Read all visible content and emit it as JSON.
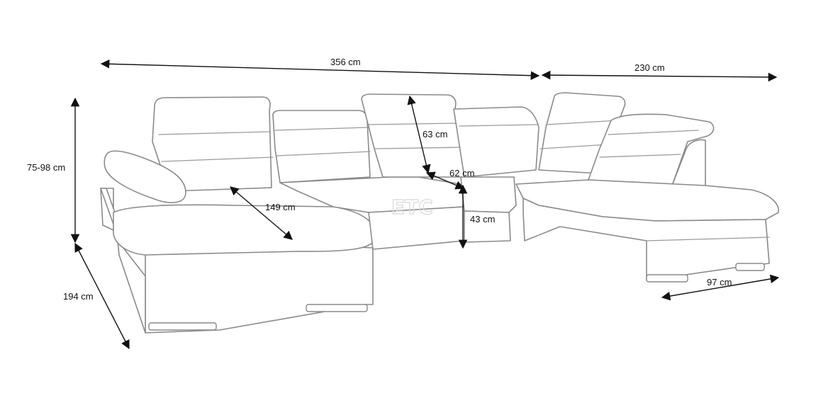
{
  "dimensions": {
    "total_width": "356 cm",
    "right_width": "230 cm",
    "height": "75-98 cm",
    "headrest_height": "63 cm",
    "seat_depth": "62 cm",
    "chaise_length": "149 cm",
    "seat_height": "43 cm",
    "depth": "194 cm",
    "right_depth": "97 cm"
  },
  "watermark": "ETC",
  "colors": {
    "outline": "#8a8a8a",
    "dimension_lines": "#111111",
    "background": "#ffffff"
  }
}
